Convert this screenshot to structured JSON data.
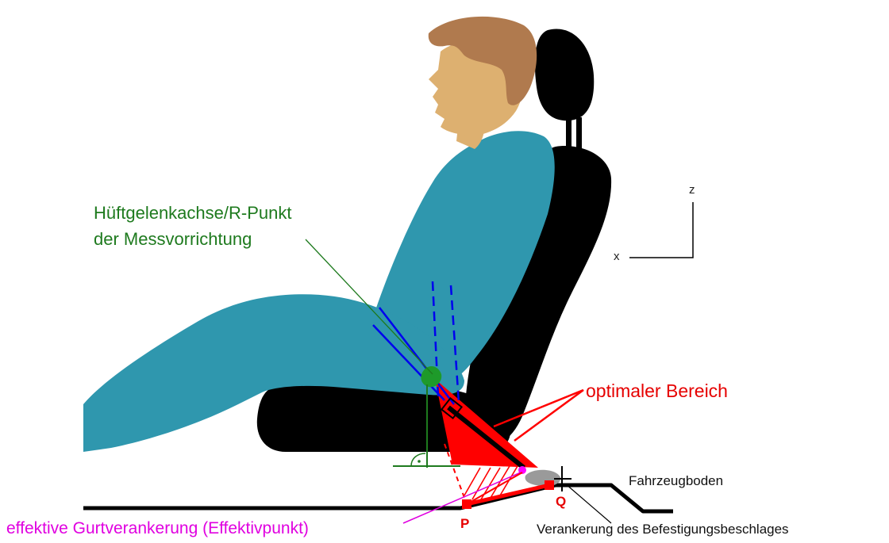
{
  "labels": {
    "hip_axis_line1": "Hüftgelenkachse/R-Punkt",
    "hip_axis_line2": "der Messvorrichtung",
    "optimal_range": "optimaler Bereich",
    "vehicle_floor": "Fahrzeugboden",
    "effective_anchorage": "effektive Gurtverankerung (Effektivpunkt)",
    "fitting_anchorage": "Verankerung des Befestigungsbeschlages",
    "point_p": "P",
    "point_q": "Q",
    "axis_x": "x",
    "axis_z": "z"
  },
  "colors": {
    "skin": "#ddb070",
    "hair": "#b07a4e",
    "clothing": "#2f97ae",
    "seat": "#000000",
    "optimal_zone": "#ff0000",
    "hip_label": "#1e7a1e",
    "effective_label": "#e000e0",
    "belt_lines": "#0000ee"
  }
}
